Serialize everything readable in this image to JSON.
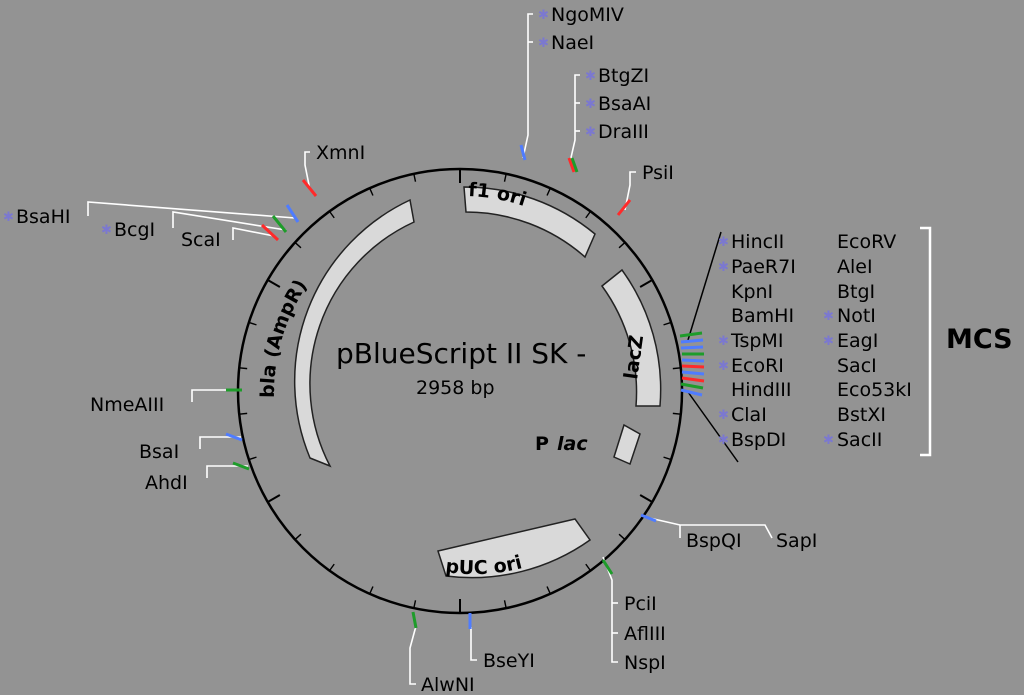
{
  "plasmid": {
    "name": "pBlueScript II SK -",
    "size_label": "2958 bp"
  },
  "features": [
    {
      "id": "f1",
      "label": "f1 ori"
    },
    {
      "id": "lacz",
      "label": "lacZ"
    },
    {
      "id": "plac",
      "label_p": "P",
      "label_i": "lac"
    },
    {
      "id": "puc",
      "label": "pUC ori"
    },
    {
      "id": "bla",
      "label": "bla (AmpR)"
    }
  ],
  "sites": {
    "top_group_1": [
      {
        "name": "NgoMIV",
        "star": true
      },
      {
        "name": "NaeI",
        "star": true
      }
    ],
    "top_group_2": [
      {
        "name": "BtgZI",
        "star": true
      },
      {
        "name": "BsaAI",
        "star": true
      },
      {
        "name": "DraIII",
        "star": true
      }
    ],
    "psii": {
      "name": "PsiI",
      "star": false
    },
    "xmni": {
      "name": "XmnI",
      "star": false
    },
    "left_group": [
      {
        "name": "BsaHI",
        "star": true
      },
      {
        "name": "BcgI",
        "star": true
      },
      {
        "name": "ScaI",
        "star": false
      }
    ],
    "nmeaiii": {
      "name": "NmeAIII",
      "star": false
    },
    "bsai": {
      "name": "BsaI",
      "star": false
    },
    "ahdi": {
      "name": "AhdI",
      "star": false
    },
    "alwni": {
      "name": "AlwNI",
      "star": false
    },
    "bseyi": {
      "name": "BseYI",
      "star": false
    },
    "bottom_right": [
      {
        "name": "PciI",
        "star": false
      },
      {
        "name": "AflIII",
        "star": false
      },
      {
        "name": "NspI",
        "star": false
      }
    ],
    "bspqi": {
      "name": "BspQI",
      "star": false
    },
    "sapi": {
      "name": "SapI",
      "star": false
    }
  },
  "mcs": {
    "label": "MCS",
    "col1": [
      {
        "name": "HincII",
        "star": true
      },
      {
        "name": "PaeR7I",
        "star": true
      },
      {
        "name": "KpnI",
        "star": false
      },
      {
        "name": "BamHI",
        "star": false
      },
      {
        "name": "TspMI",
        "star": true
      },
      {
        "name": "EcoRI",
        "star": true
      },
      {
        "name": "HindIII",
        "star": false
      },
      {
        "name": "ClaI",
        "star": true
      },
      {
        "name": "BspDI",
        "star": true
      }
    ],
    "col2": [
      {
        "name": "EcoRV",
        "star": false
      },
      {
        "name": "AleI",
        "star": false
      },
      {
        "name": "BtgI",
        "star": false
      },
      {
        "name": "NotI",
        "star": true
      },
      {
        "name": "EagI",
        "star": true
      },
      {
        "name": "SacI",
        "star": false
      },
      {
        "name": "Eco53kI",
        "star": false
      },
      {
        "name": "BstXI",
        "star": false
      },
      {
        "name": "SacII",
        "star": true
      }
    ]
  },
  "colors": {
    "background": "#939393",
    "backbone": "#000000",
    "feature_fill": "#d9d9d9",
    "leader": "#ffffff",
    "star": "#7b78d0",
    "cut_red": "#ff2a2a",
    "cut_blue": "#4f7cff",
    "cut_green": "#1e9c2a"
  }
}
